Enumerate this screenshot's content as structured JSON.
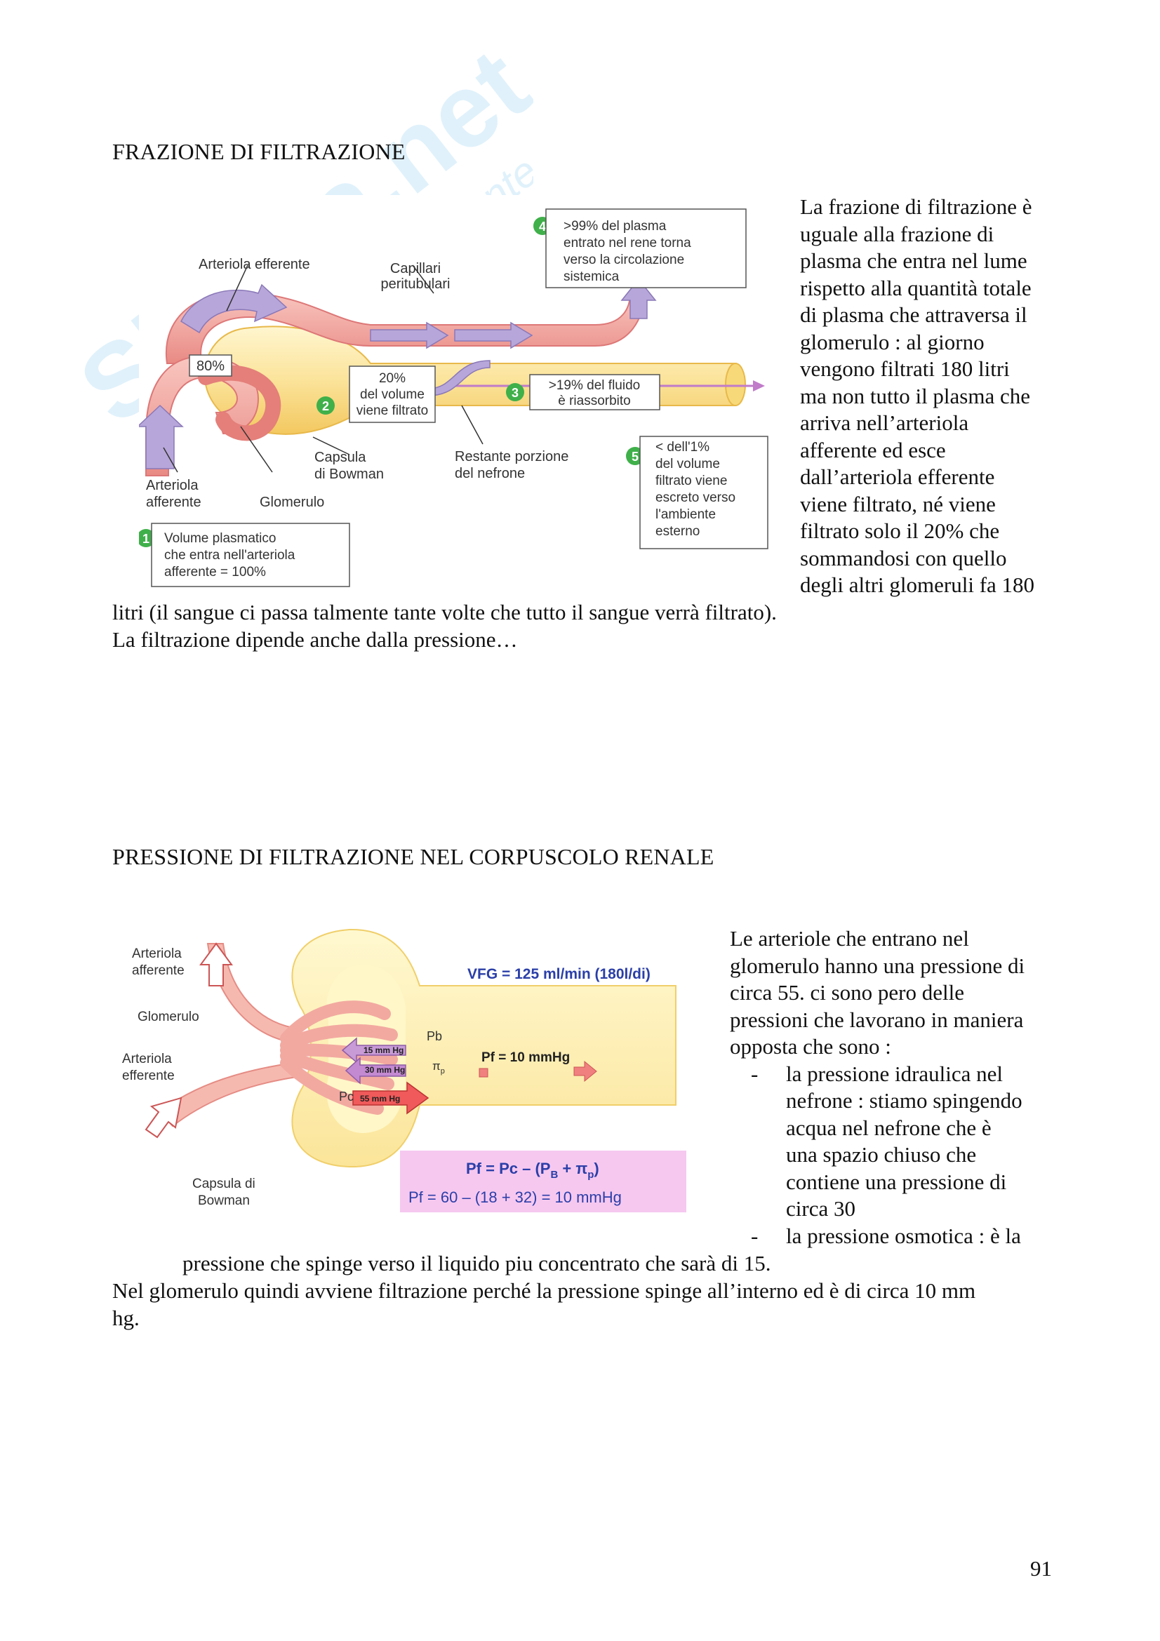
{
  "watermark": {
    "brand": "Skuola.net",
    "tagline": "il portale dello studente"
  },
  "section1": {
    "title": "FRAZIONE DI FILTRAZIONE",
    "diagram": {
      "arteriola_efferente": "Arteriola efferente",
      "capillari_1": "Capillari",
      "capillari_2": "peritubulari",
      "pct80": "80%",
      "box20_1": "20%",
      "box20_2": "del volume",
      "box20_3": "viene filtrato",
      "box19_1": ">19% del fluido",
      "box19_2": "è riassorbito",
      "box4_1": ">99% del plasma",
      "box4_2": "entrato nel rene torna",
      "box4_3": "verso la circolazione",
      "box4_4": "sistemica",
      "capsula_1": "Capsula",
      "capsula_2": "di Bowman",
      "restante_1": "Restante porzione",
      "restante_2": "del nefrone",
      "afferente_1": "Arteriola",
      "afferente_2": "afferente",
      "glomerulo": "Glomerulo",
      "box1_1": "Volume plasmatico",
      "box1_2": "che entra nell'arteriola",
      "box1_3": "afferente = 100%",
      "box5_1": "< dell'1%",
      "box5_2": "del volume",
      "box5_3": "filtrato viene",
      "box5_4": "escreto verso",
      "box5_5": "l'ambiente",
      "box5_6": "esterno",
      "n1": "1",
      "n2": "2",
      "n3": "3",
      "n4": "4",
      "n5": "5"
    },
    "side_lines": [
      "La frazione di filtrazione è",
      "uguale alla frazione di",
      "plasma che entra nel lume",
      "rispetto alla quantità totale",
      "di plasma che attraversa il",
      "glomerulo : al giorno",
      "vengono filtrati 180 litri",
      "ma non tutto il plasma che",
      "arriva nell’arteriola",
      "afferente ed esce",
      "dall’arteriola efferente",
      "viene filtrato, né viene",
      "filtrato solo il 20% che",
      "sommandosi con quello",
      "degli altri glomeruli fa 180"
    ],
    "continuation": "litri (il sangue ci passa talmente tante volte che tutto il sangue verrà filtrato).",
    "closing": "La filtrazione dipende anche dalla pressione…"
  },
  "section2": {
    "title": "PRESSIONE DI FILTRAZIONE NEL CORPUSCOLO RENALE",
    "diagram": {
      "afferente_1": "Arteriola",
      "afferente_2": "afferente",
      "glomerulo": "Glomerulo",
      "efferente_1": "Arteriola",
      "efferente_2": "efferente",
      "capsula_1": "Capsula di",
      "capsula_2": "Bowman",
      "vfg": "VFG = 125 ml/min (180l/di)",
      "p15": "15 mm Hg",
      "p30": "30 mm Hg",
      "p55": "55 mm Hg",
      "pb": "Pb",
      "pi": "π",
      "pi_sub": "p",
      "pc": "Pc",
      "pf": "Pf = 10 mmHg",
      "formula1_a": "Pf = Pc – (P",
      "formula1_b": "B",
      "formula1_c": " + π",
      "formula1_d": "p",
      "formula1_e": ")",
      "formula2": "Pf = 60 – (18 + 32) = 10 mmHg"
    },
    "side_lines": [
      "Le arteriole che entrano nel",
      "glomerulo hanno una pressione di",
      "circa 55. ci sono pero delle",
      "pressioni che lavorano in maniera",
      "opposta che sono :"
    ],
    "bullets": [
      {
        "dash": "-",
        "lines": [
          "la pressione idraulica nel",
          "nefrone : stiamo spingendo",
          "acqua nel nefrone che è",
          "una spazio chiuso che",
          "contiene una pressione di",
          "circa 30"
        ]
      },
      {
        "dash": "-",
        "lines": [
          "la pressione osmotica : è la"
        ]
      }
    ],
    "continuation": "pressione che spinge verso il liquido piu concentrato che sarà di 15.",
    "closing_1": "Nel glomerulo quindi avviene filtrazione perché la pressione spinge all’interno ed è di circa 10 mm",
    "closing_2": "hg."
  },
  "page_number": "91",
  "colors": {
    "vessel": "#f0a0a0",
    "vessel_dark": "#d96b6b",
    "tubule": "#fbe3a0",
    "tubule_dark": "#f2c457",
    "arrow": "#b7a6d9",
    "badge": "#3fb04a",
    "formula_bg": "#f6c8f0",
    "vfg_blue": "#2b3fa8"
  }
}
